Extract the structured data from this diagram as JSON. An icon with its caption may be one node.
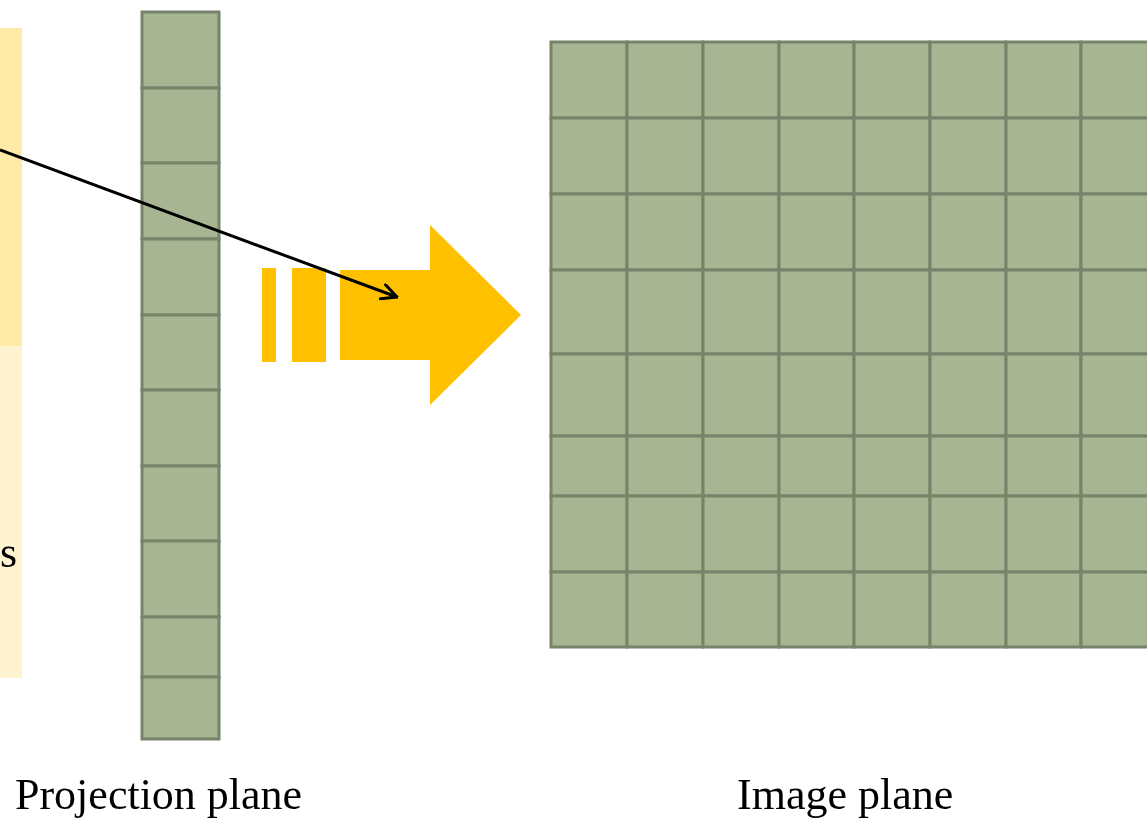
{
  "diagram": {
    "nodes": [
      {
        "text": [],
        "shape": "box"
      },
      {
        "text": [
          "s"
        ]
      },
      {
        "text": [
          "Projection plane"
        ]
      },
      {
        "text": [
          "Image plane"
        ]
      }
    ],
    "edges": [
      {
        "from": 0,
        "to": null,
        "arrow": "to"
      },
      {
        "from": 2,
        "to": 3,
        "arrow": "to",
        "style": "thick",
        "color": "#ffc000"
      }
    ]
  }
}
